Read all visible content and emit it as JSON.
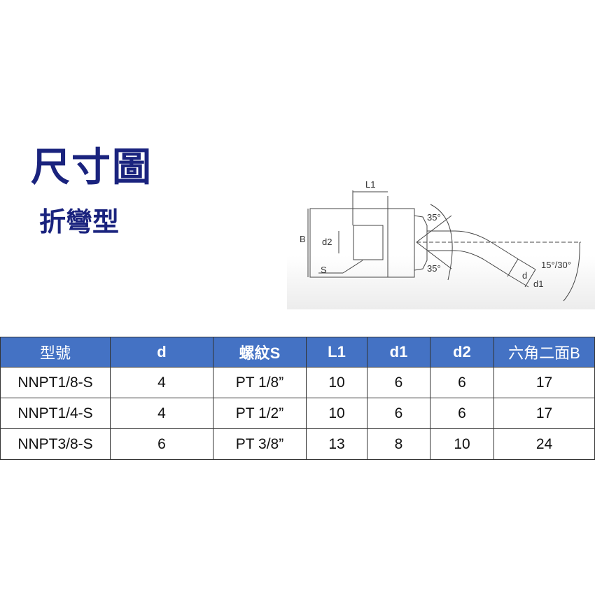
{
  "title": "尺寸圖",
  "subtitle": "折彎型",
  "drawing": {
    "labels": {
      "L1": "L1",
      "B": "B",
      "d2": "d2",
      "S": "S",
      "angle_top": "35°",
      "angle_bottom": "35°",
      "bend": "15°/30°",
      "d": "d",
      "d1": "d1"
    }
  },
  "table": {
    "headers": [
      "型號",
      "d",
      "螺紋S",
      "L1",
      "d1",
      "d2",
      "六角二面B"
    ],
    "rows": [
      [
        "NNPT1/8-S",
        "4",
        "PT 1/8”",
        "10",
        "6",
        "6",
        "17"
      ],
      [
        "NNPT1/4-S",
        "4",
        "PT 1/2”",
        "10",
        "6",
        "6",
        "17"
      ],
      [
        "NNPT3/8-S",
        "6",
        "PT 3/8”",
        "13",
        "8",
        "10",
        "24"
      ]
    ]
  }
}
